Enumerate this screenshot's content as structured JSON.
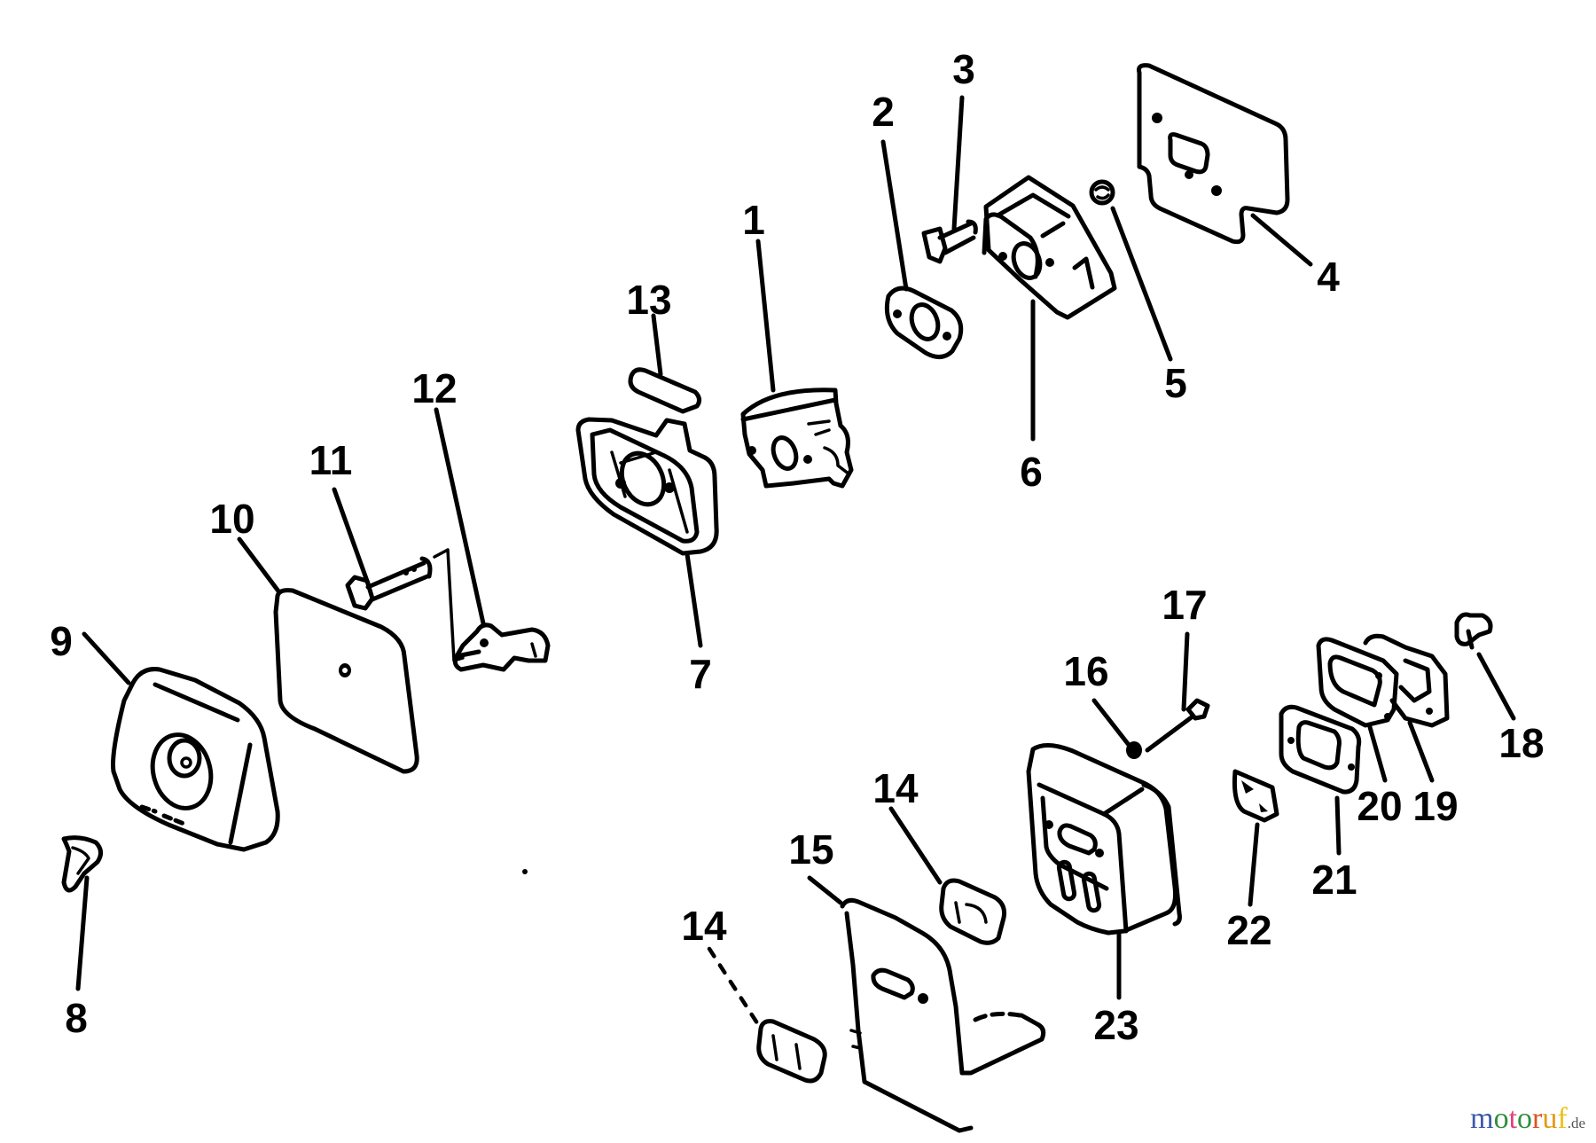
{
  "diagram": {
    "type": "exploded-parts-diagram",
    "callouts": [
      {
        "id": "c1",
        "label": "1"
      },
      {
        "id": "c2",
        "label": "2"
      },
      {
        "id": "c3",
        "label": "3"
      },
      {
        "id": "c4",
        "label": "4"
      },
      {
        "id": "c5",
        "label": "5"
      },
      {
        "id": "c6",
        "label": "6"
      },
      {
        "id": "c7",
        "label": "7"
      },
      {
        "id": "c8",
        "label": "8"
      },
      {
        "id": "c9",
        "label": "9"
      },
      {
        "id": "c10",
        "label": "10"
      },
      {
        "id": "c11",
        "label": "11"
      },
      {
        "id": "c12",
        "label": "12"
      },
      {
        "id": "c13",
        "label": "13"
      },
      {
        "id": "c14a",
        "label": "14"
      },
      {
        "id": "c14b",
        "label": "14"
      },
      {
        "id": "c15",
        "label": "15"
      },
      {
        "id": "c16",
        "label": "16"
      },
      {
        "id": "c17",
        "label": "17"
      },
      {
        "id": "c18",
        "label": "18"
      },
      {
        "id": "c19",
        "label": "19"
      },
      {
        "id": "c20",
        "label": "20"
      },
      {
        "id": "c21",
        "label": "21"
      },
      {
        "id": "c22",
        "label": "22"
      },
      {
        "id": "c23",
        "label": "23"
      }
    ]
  },
  "watermark": {
    "letters": [
      {
        "ch": "m",
        "color": "#3b5ba7"
      },
      {
        "ch": "o",
        "color": "#2f8f3f"
      },
      {
        "ch": "t",
        "color": "#e0457b"
      },
      {
        "ch": "o",
        "color": "#2f8f3f"
      },
      {
        "ch": "r",
        "color": "#d9541e"
      },
      {
        "ch": "u",
        "color": "#e29a12"
      },
      {
        "ch": "f",
        "color": "#e9c21a"
      }
    ],
    "tld": ".de"
  }
}
